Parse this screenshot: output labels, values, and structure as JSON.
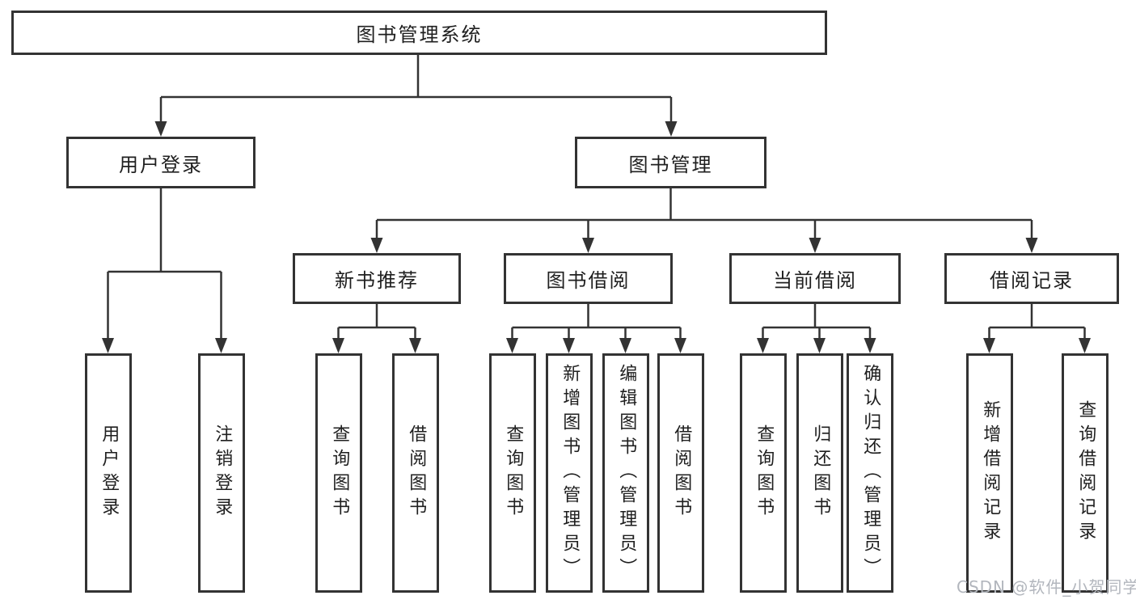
{
  "diagram": {
    "root": {
      "label": "图书管理系统",
      "children": [
        {
          "label": "用户登录",
          "children": [
            {
              "label": "用户登录"
            },
            {
              "label": "注销登录"
            }
          ]
        },
        {
          "label": "图书管理",
          "children": [
            {
              "label": "新书推荐",
              "children": [
                {
                  "label": "查询图书"
                },
                {
                  "label": "借阅图书"
                }
              ]
            },
            {
              "label": "图书借阅",
              "children": [
                {
                  "label": "查询图书"
                },
                {
                  "label": "新增图书（管理员）"
                },
                {
                  "label": "编辑图书（管理员）"
                },
                {
                  "label": "借阅图书"
                }
              ]
            },
            {
              "label": "当前借阅",
              "children": [
                {
                  "label": "查询图书"
                },
                {
                  "label": "归还图书"
                },
                {
                  "label": "确认归还（管理员）"
                }
              ]
            },
            {
              "label": "借阅记录",
              "children": [
                {
                  "label": "新增借阅记录"
                },
                {
                  "label": "查询借阅记录"
                }
              ]
            }
          ]
        }
      ]
    }
  },
  "watermark": "CSDN @软件_小贺同学",
  "colors": {
    "line": "#333333",
    "text": "#1f1f1f",
    "watermark": "#b2b6bd",
    "background": "#ffffff"
  }
}
